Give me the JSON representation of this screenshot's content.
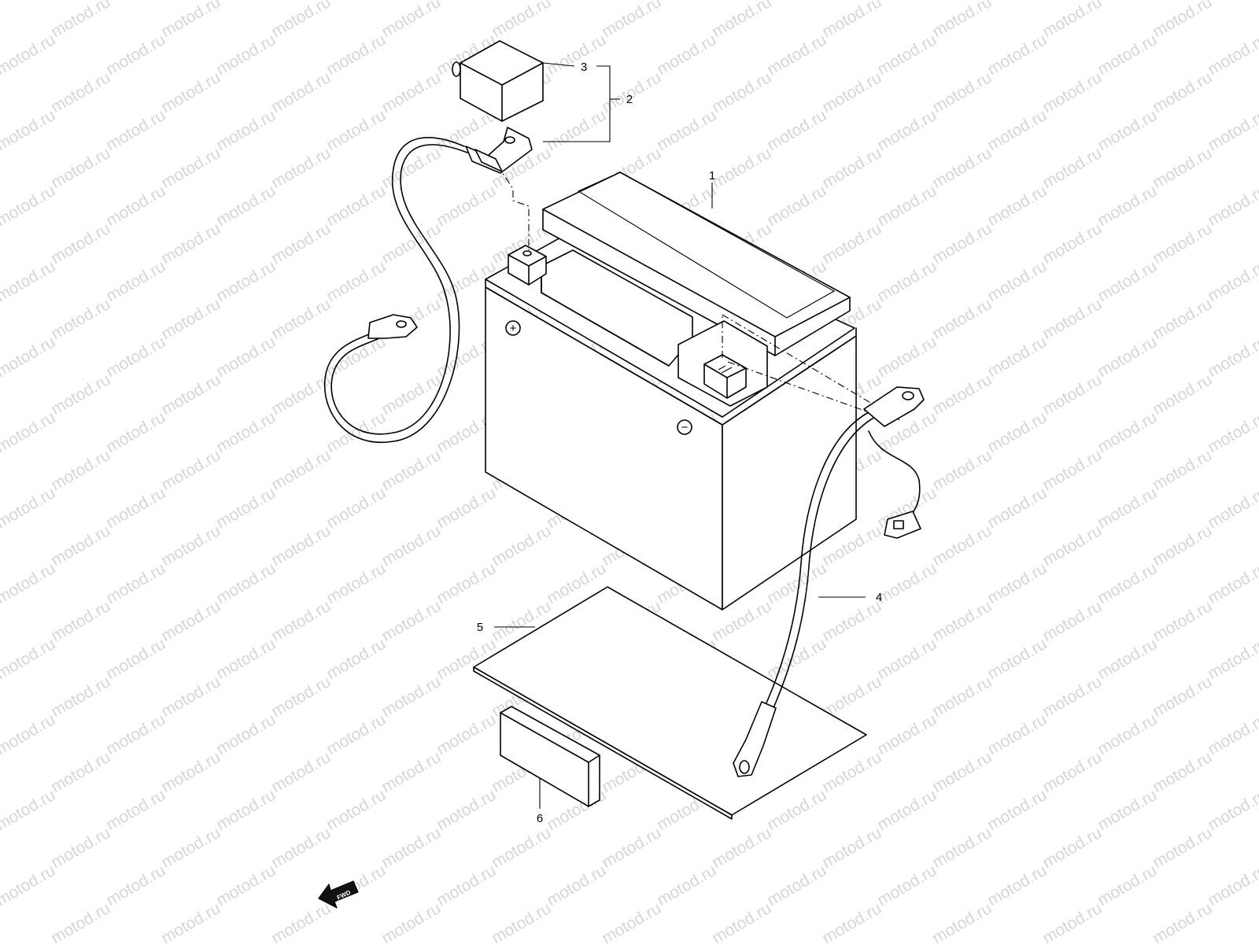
{
  "watermark": "motod.ru",
  "callouts": {
    "p1": "1",
    "p2": "2",
    "p3": "3",
    "p4": "4",
    "p5": "5",
    "p6": "6"
  },
  "terminals": {
    "positive": "+",
    "negative": "−"
  },
  "fwd_label": "FWD"
}
